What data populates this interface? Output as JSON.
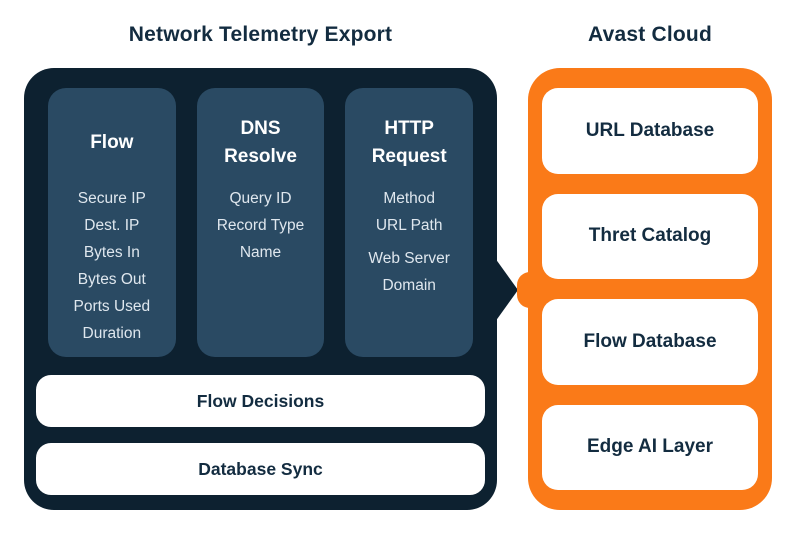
{
  "colors": {
    "page_background": "#ffffff",
    "panel_dark": "#0d2130",
    "telemetry_card": "#2a4a63",
    "panel_orange": "#fa7a18",
    "heading_text": "#132c40",
    "card_title_text": "#ffffff",
    "card_item_text": "#dfe7ee"
  },
  "left_panel": {
    "title": "Network Telemetry Export",
    "cards": [
      {
        "title": "Flow",
        "items": [
          "Secure IP",
          "Dest. IP",
          "Bytes In",
          "Bytes Out",
          "Ports Used",
          "Duration"
        ]
      },
      {
        "title": "DNS Resolve",
        "items": [
          "Query ID",
          "Record Type",
          "Name"
        ]
      },
      {
        "title": "HTTP Request",
        "items": [
          "Method",
          "URL Path",
          "Web Server Domain"
        ]
      }
    ],
    "bars": [
      {
        "label": "Flow Decisions"
      },
      {
        "label": "Database Sync"
      }
    ]
  },
  "right_panel": {
    "title": "Avast Cloud",
    "cards": [
      {
        "label": "URL Database"
      },
      {
        "label": "Thret Catalog"
      },
      {
        "label": "Flow Database"
      },
      {
        "label": "Edge AI Layer"
      }
    ]
  }
}
